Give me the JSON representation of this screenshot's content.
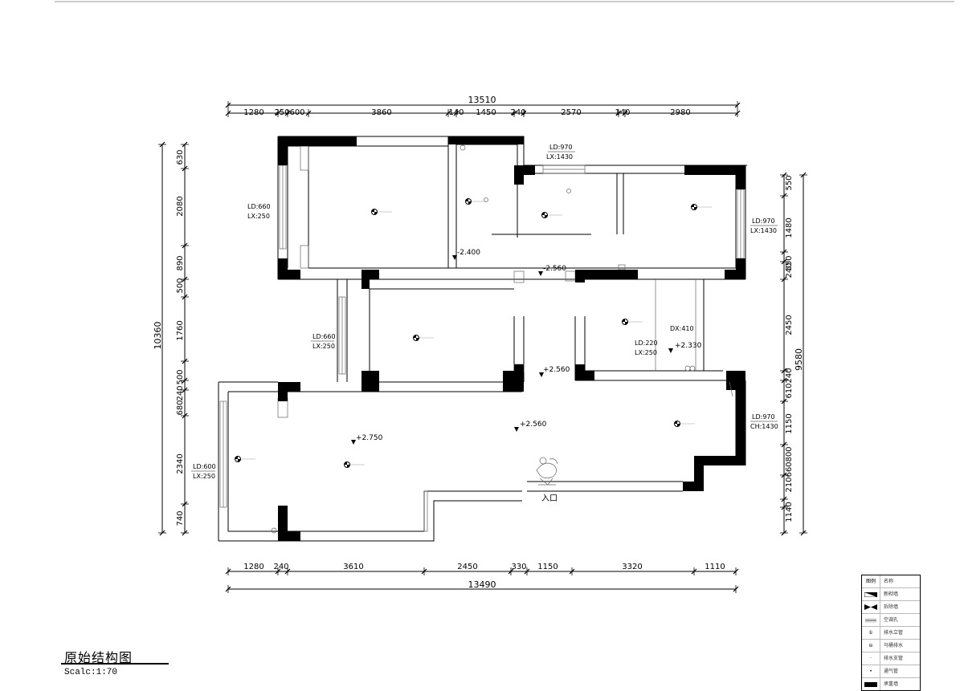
{
  "drawing": {
    "title": "原始结构图",
    "scale": "Scalc:1:70",
    "entrance_label": "入口"
  },
  "dimensions": {
    "top_total": "13510",
    "top": [
      "1280",
      "250",
      "600",
      "3860",
      "140",
      "1450",
      "240",
      "2570",
      "140",
      "2980"
    ],
    "bottom_total": "13490",
    "bottom": [
      "1280",
      "240",
      "3610",
      "2450",
      "330",
      "1150",
      "3320",
      "1110"
    ],
    "left_total": "10360",
    "left": [
      "630",
      "2080",
      "890",
      "500",
      "1760",
      "500",
      "240",
      "680",
      "2340",
      "740"
    ],
    "right_total": "9580",
    "right": [
      "550",
      "1480",
      "240",
      "550",
      "2450",
      "240",
      "610",
      "1150",
      "800",
      "660",
      "210",
      "1140"
    ]
  },
  "windows": [
    {
      "ld": "LD:660",
      "lx": "LX:250"
    },
    {
      "ld": "LD:970",
      "lx": "LX:1430"
    },
    {
      "ld": "LD:970",
      "lx": "LX:1430"
    },
    {
      "ld": "LD:660",
      "lx": "LX:250"
    },
    {
      "ld": "LD:220",
      "lx": "LX:250"
    },
    {
      "ld": "DX:410",
      "lx": ""
    },
    {
      "ld": "LD:970",
      "lx": "CH:1430"
    },
    {
      "ld": "LD:600",
      "lx": "LX:250"
    }
  ],
  "levels": [
    "-2.400",
    "-2.560",
    "+2.560",
    "+2.330",
    "+2.560",
    "+2.750"
  ],
  "legend": [
    {
      "symbol": "图例",
      "label": "名称"
    },
    {
      "symbol": "",
      "label": "新砌墙"
    },
    {
      "symbol": "",
      "label": "拆除墙"
    },
    {
      "symbol": "",
      "label": "空调孔"
    },
    {
      "symbol": "①",
      "label": "排水立管"
    },
    {
      "symbol": "⊖",
      "label": "马桶排水"
    },
    {
      "symbol": "·",
      "label": "排水支管"
    },
    {
      "symbol": "•",
      "label": "通气管"
    },
    {
      "symbol": "",
      "label": "承重墙"
    }
  ]
}
